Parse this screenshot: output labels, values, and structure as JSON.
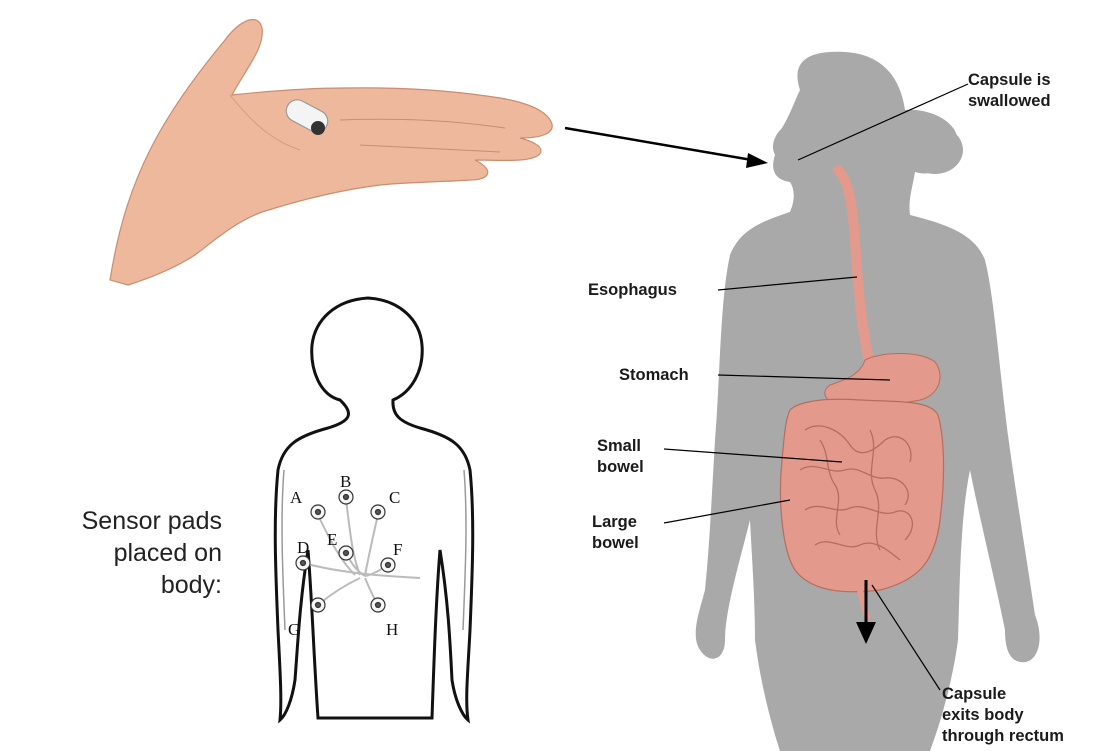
{
  "diagram": {
    "labels": {
      "capsule_swallowed": [
        "Capsule is",
        "swallowed"
      ],
      "esophagus": "Esophagus",
      "stomach": "Stomach",
      "small_bowel": [
        "Small",
        "bowel"
      ],
      "large_bowel": [
        "Large",
        "bowel"
      ],
      "capsule_exits": [
        "Capsule",
        "exits body",
        "through rectum"
      ]
    },
    "sensor_caption": [
      "Sensor pads",
      "placed on",
      "body:"
    ],
    "sensor_pads": [
      "A",
      "B",
      "C",
      "D",
      "E",
      "F",
      "G",
      "H"
    ],
    "colors": {
      "silhouette": "#a9a9a9",
      "organ": "#e39a8c",
      "skin": "#f0c0a0",
      "line": "#000000"
    }
  }
}
